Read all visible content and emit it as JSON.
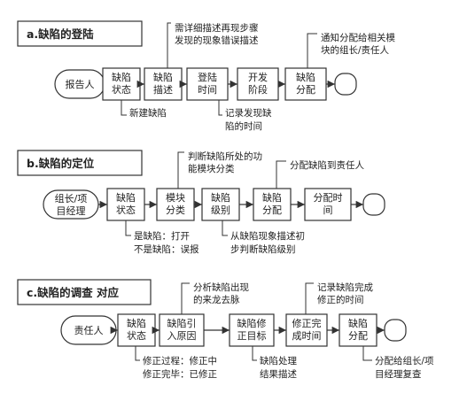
{
  "sections": [
    {
      "title": "a.缺陷的登陆",
      "start": [
        "报告人"
      ],
      "steps": [
        [
          "缺陷",
          "状态"
        ],
        [
          "缺陷",
          "描述"
        ],
        [
          "登陆",
          "时间"
        ],
        [
          "开发",
          "阶段"
        ],
        [
          "缺陷",
          "分配"
        ]
      ],
      "notes_above": [
        [
          "需详细描述再现步骤",
          "发现的现象错误描述"
        ],
        [
          "通知分配给相关模",
          "块的组长/责任人"
        ]
      ],
      "notes_below": [
        [
          "新建缺陷"
        ],
        [
          "记录发现缺",
          "陷的时间"
        ]
      ]
    },
    {
      "title": "b.缺陷的定位",
      "start": [
        "组长/项",
        "目经理"
      ],
      "steps": [
        [
          "缺陷",
          "状态"
        ],
        [
          "模块",
          "分类"
        ],
        [
          "缺陷",
          "级别"
        ],
        [
          "缺陷",
          "分配"
        ],
        [
          "分配时",
          "间"
        ]
      ],
      "notes_above": [
        [
          "判断缺陷所处的功",
          "能模块分类"
        ],
        [
          "分配缺陷到责任人"
        ]
      ],
      "notes_below": [
        [
          "是缺陷：打开",
          "不是缺陷：误报"
        ],
        [
          "从缺陷现象描述初",
          "步判断缺陷级别"
        ]
      ]
    },
    {
      "title": "c.缺陷的调查  对应",
      "start": [
        "责任人"
      ],
      "steps": [
        [
          "缺陷",
          "状态"
        ],
        [
          "缺陷引",
          "入原因"
        ],
        [
          "缺陷修",
          "正目标"
        ],
        [
          "修正完",
          "成时间"
        ],
        [
          "缺陷",
          "分配"
        ]
      ],
      "notes_above": [
        [
          "分析缺陷出现",
          "的来龙去脉"
        ],
        [
          "记录缺陷完成",
          "修正的时间"
        ]
      ],
      "notes_below": [
        [
          "修正过程：修正中",
          "修正完毕：已修正"
        ],
        [
          "缺陷处理",
          "结果描述"
        ],
        [
          "分配给组长/项",
          "目经理复查"
        ]
      ]
    }
  ]
}
